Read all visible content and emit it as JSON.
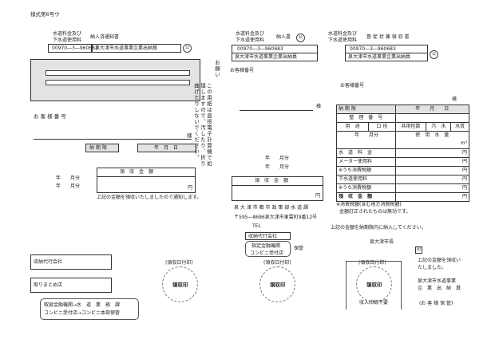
{
  "form_id": "様式第6号ウ",
  "left_slip": {
    "title_l1": "水道料金及び",
    "title_l2": "下水道使用料",
    "title_r": "納入済通知書",
    "account": "00970―3―960683",
    "payee": "泉大津市水道事業企業出納員",
    "stamp": "公",
    "customer_no_label": "お 客 様 番 号",
    "sama": "様",
    "due_label": "納 期 限",
    "due_date": "年　月　日",
    "receipt_header": "領　収　金　額",
    "month_row1": "年　　月分",
    "month_row2": "年　　月分",
    "yen": "円",
    "notice": "上記の金額を領収いたしましたので通知します。",
    "agent": "収納代行会社",
    "collector": "取りまとめ店",
    "route1": "取扱金融機関→水　道　業　務　課",
    "route2": "コンビニ受付店→コンビニ本部保管"
  },
  "notice_vertical": {
    "col1": "お願い",
    "col2": "この用紙は直接電子計算機で処",
    "col3": "理しますので、汚したり、折り",
    "col4": "曲げたりしないでください。"
  },
  "mid_slip": {
    "title_l1": "水道料金及び",
    "title_l2": "下水道使用料",
    "title_r": "納入書",
    "stamp": "公",
    "account": "00970―3―960683",
    "payee": "泉大津市水道事業企業出納員",
    "customer_no_label": "お客様番号",
    "sama": "様",
    "month_row1": "年　　月分",
    "month_row2": "年　　月分",
    "receipt_header": "領　収　金　額",
    "yen": "円",
    "office": "泉 大 津 市 都 市 政 策 部 水 道 課",
    "address": "〒595―8686泉大津市東雲町9番12号",
    "tel": "TEL",
    "agent": "収納代行会社",
    "designated1": "指定金融機関",
    "designated2": "コンビニ受付店",
    "keep": "保管"
  },
  "right_slip": {
    "title_l1": "水道料金及び",
    "title_l2": "下水道使用料",
    "title_r": "督 促 状 兼 領 収 書",
    "stamp": "公",
    "account": "00970―3―960683",
    "payee": "泉大津市水道事業企業出納員",
    "customer_no_label": "お客様番号",
    "sama": "様",
    "due_label": "納 期 限",
    "due_date": "年　　月　　日",
    "meter_label": "整　理　番　号",
    "usage_label": "用　途",
    "caliber_label": "口 径",
    "shared_label": "共用栓数",
    "sewer_label": "汚　水",
    "quality_label": "水質",
    "month": "年　　月分",
    "usage_amount": "使　用　水　量",
    "m3": "m³",
    "fee_rows": [
      {
        "label": "水　道　料　金",
        "unit": "円"
      },
      {
        "label": "メーター使用料",
        "unit": "円"
      },
      {
        "label": "※うち消費税額",
        "unit": "円"
      },
      {
        "label": "下水道使用料",
        "unit": "円"
      },
      {
        "label": "※うち消費税額",
        "unit": "円"
      }
    ],
    "receipt_label": "領　収　金　額",
    "yen": "円",
    "note1": "※消費税額(含む地方消費税額)",
    "note2": "金額訂正されたものは無効です。",
    "instruction": "上記の金額を納期限内に納入してください。",
    "mayor": "泉大津市長",
    "seal": "印",
    "receipt_done1": "上記の金額を領収い",
    "receipt_done2": "たしました。",
    "issuer1": "泉大津市水道事業",
    "issuer2": "企　業　出　納　員",
    "customer_keep": "(お 客 様 保 管)",
    "stamp_not_required": "収入印紙不要"
  },
  "stamps": {
    "date_label": "(領収日付印)",
    "seal_label": "領収印"
  }
}
